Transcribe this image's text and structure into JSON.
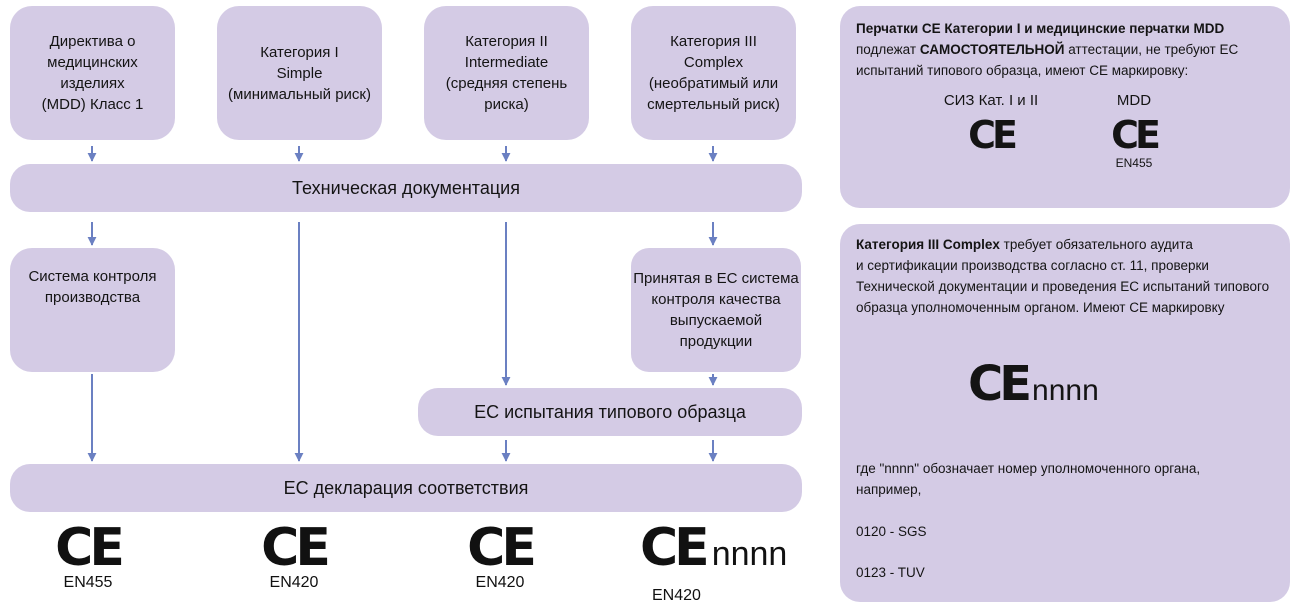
{
  "boxes": {
    "mdd": "Директива о\nмедицинских\nизделиях\n(MDD) Класс 1",
    "cat1": "Категория I\nSimple\n(минимальный риск)",
    "cat2": "Категория II\nIntermediate\n(средняя степень\nриска)",
    "cat3": "Категория III\nComplex\n(необратимый или\nсмертельный риск)",
    "tech_doc": "Техническая документация",
    "prod_control": "Система контроля\nпроизводства",
    "qc_system": "Принятая в ЕС система\nконтроля качества\nвыпускаемой\nпродукции",
    "type_test": "ЕС испытания типового образца",
    "declaration": "ЕС декларация соответствия"
  },
  "marks": {
    "ce": "CE",
    "nnnn": "nnnn",
    "en455": "EN455",
    "en420": "EN420"
  },
  "panel1": {
    "bold_intro": "Перчатки СЕ Категории I и медицинские перчатки MDD",
    "text1": " подлежат ",
    "bold_word": "САМОСТОЯТЕЛЬНОЙ",
    "text2": " аттестации, не требуют ЕС испытаний типового образца, имеют СЕ маркировку:",
    "label_left": "СИЗ Кат. I и II",
    "label_right": "MDD",
    "sub_right": "EN455"
  },
  "panel2": {
    "bold_intro": "Категория III Complex",
    "text": " требует обязательного аудита\nи сертификации производства согласно ст. 11, проверки Технической документации и проведения ЕС испытаний типового образца уполномоченным органом. Имеют СЕ маркировку",
    "ce_suffix": "nnnn",
    "note": "где \"nnnn\" обозначает номер уполномоченного органа, например,",
    "example1": "0120 - SGS",
    "example2": "0123 - TUV"
  },
  "colors": {
    "box_fill": "#d4cbe5",
    "arrow": "#6b80c2"
  }
}
